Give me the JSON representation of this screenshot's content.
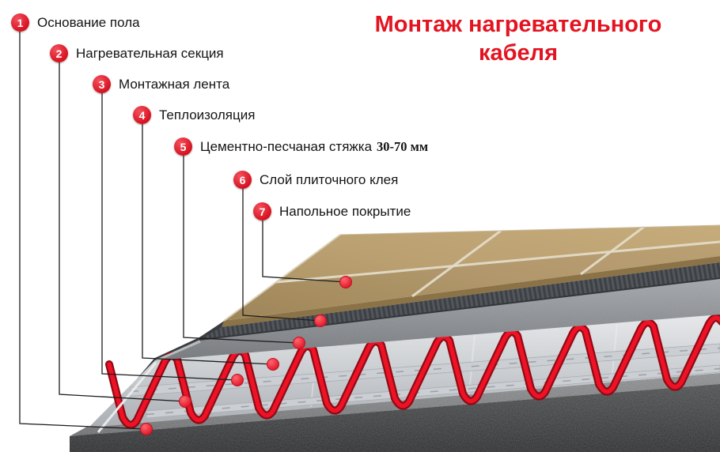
{
  "title": {
    "line1": "Монтаж нагревательного",
    "line2": "кабеля"
  },
  "legend": {
    "items": [
      {
        "num": "1",
        "label": "Основание пола",
        "suffix": ""
      },
      {
        "num": "2",
        "label": "Нагревательная секция",
        "suffix": ""
      },
      {
        "num": "3",
        "label": "Монтажная лента",
        "suffix": ""
      },
      {
        "num": "4",
        "label": "Теплоизоляция",
        "suffix": ""
      },
      {
        "num": "5",
        "label": "Цементно-песчаная стяжка",
        "suffix": "30-70 мм"
      },
      {
        "num": "6",
        "label": "Слой плиточного клея",
        "suffix": ""
      },
      {
        "num": "7",
        "label": "Напольное покрытие",
        "suffix": ""
      }
    ]
  },
  "colors": {
    "title_red": "#e31421",
    "badge_red": "#d6101f",
    "cable_red": "#ef1226",
    "tile_tan": "#b99e6e",
    "screed_gray": "#8f9296",
    "foil_silver": "#c6c9cd",
    "base_dark": "#2b2d2f"
  }
}
